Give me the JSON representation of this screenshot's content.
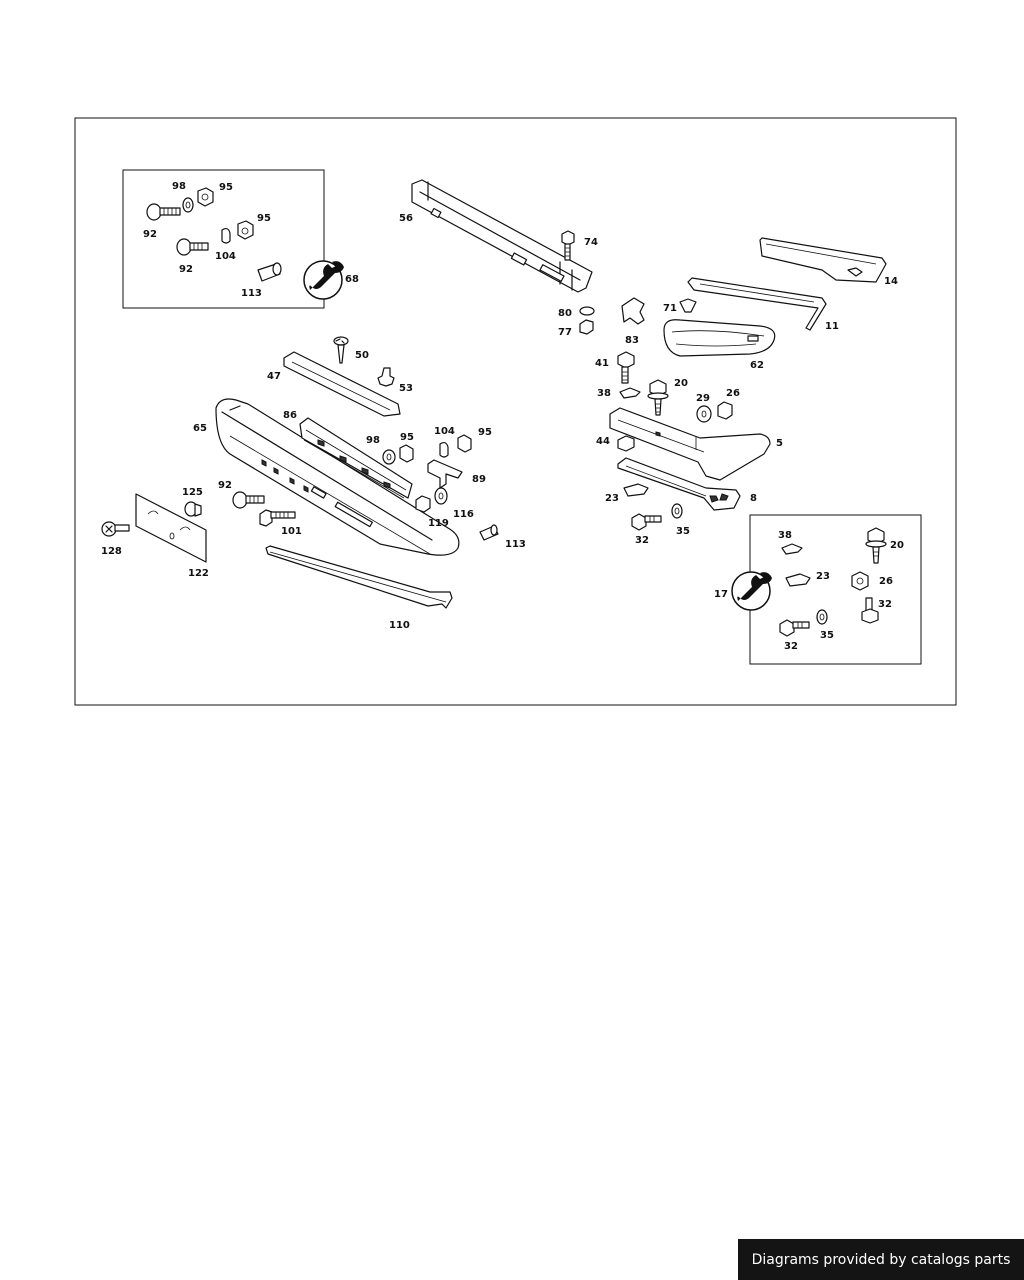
{
  "diagram": {
    "callouts": {
      "p98a": "98",
      "p95a": "95",
      "p92a": "92",
      "p95b": "95",
      "p104a": "104",
      "p92b": "92",
      "p113a": "113",
      "p68": "68",
      "p56": "56",
      "p74": "74",
      "p80": "80",
      "p77": "77",
      "p83": "83",
      "p71": "71",
      "p11": "11",
      "p14": "14",
      "p62": "62",
      "p50": "50",
      "p47": "47",
      "p53": "53",
      "p65": "65",
      "p86": "86",
      "p98b": "98",
      "p95c": "95",
      "p104b": "104",
      "p95d": "95",
      "p89": "89",
      "p119": "119",
      "p116": "116",
      "p113b": "113",
      "p92c": "92",
      "p125": "125",
      "p101": "101",
      "p128": "128",
      "p122": "122",
      "p110": "110",
      "p41": "41",
      "p38a": "38",
      "p20a": "20",
      "p29": "29",
      "p26a": "26",
      "p44": "44",
      "p5": "5",
      "p23a": "23",
      "p8": "8",
      "p32a": "32",
      "p35a": "35",
      "p38b": "38",
      "p20b": "20",
      "p23b": "23",
      "p26b": "26",
      "p17": "17",
      "p32b": "32",
      "p32c": "32",
      "p35b": "35"
    },
    "icons": [
      "wrench-icon",
      "bolt-icon",
      "nut-icon",
      "washer-icon",
      "screw-icon",
      "clip-icon"
    ]
  },
  "footer": {
    "text": "Diagrams provided by catalogs parts"
  }
}
